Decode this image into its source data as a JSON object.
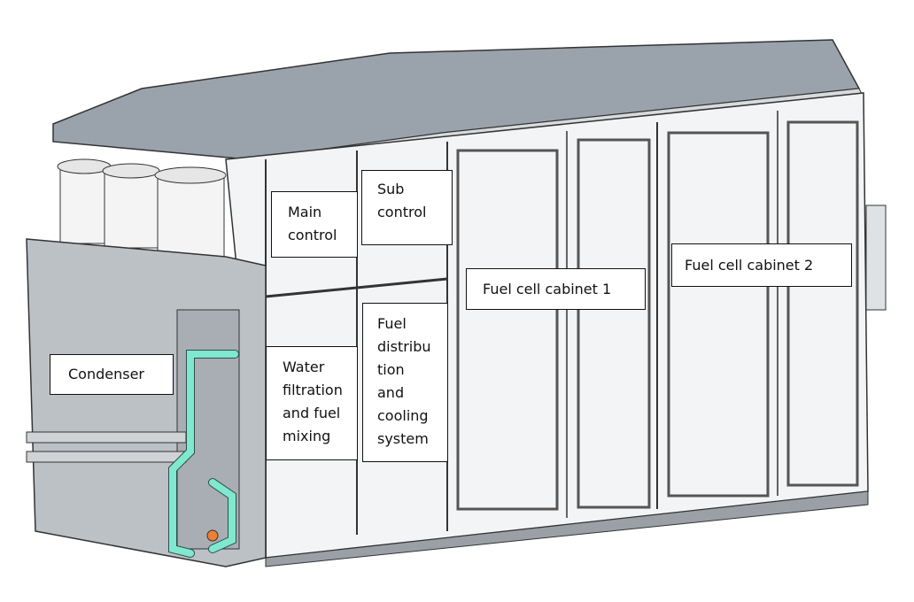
{
  "labels": {
    "main_control": "Main\ncontrol",
    "sub_control": "Sub\ncontrol",
    "fuel_cell_cabinet_1": "Fuel cell cabinet 1",
    "fuel_cell_cabinet_2": "Fuel cell cabinet 2",
    "condenser": "Condenser",
    "water_filtration": "Water\nfiltration\nand fuel\nmixing",
    "fuel_distribution": "Fuel\ndistribu\ntion\nand\ncooling\nsystem"
  },
  "colors": {
    "roof": "#9aa3ab",
    "panel": "#f2f3f4",
    "condenser": "#b9bec3",
    "pipe": "#7fe8cf",
    "outline": "#333333"
  }
}
